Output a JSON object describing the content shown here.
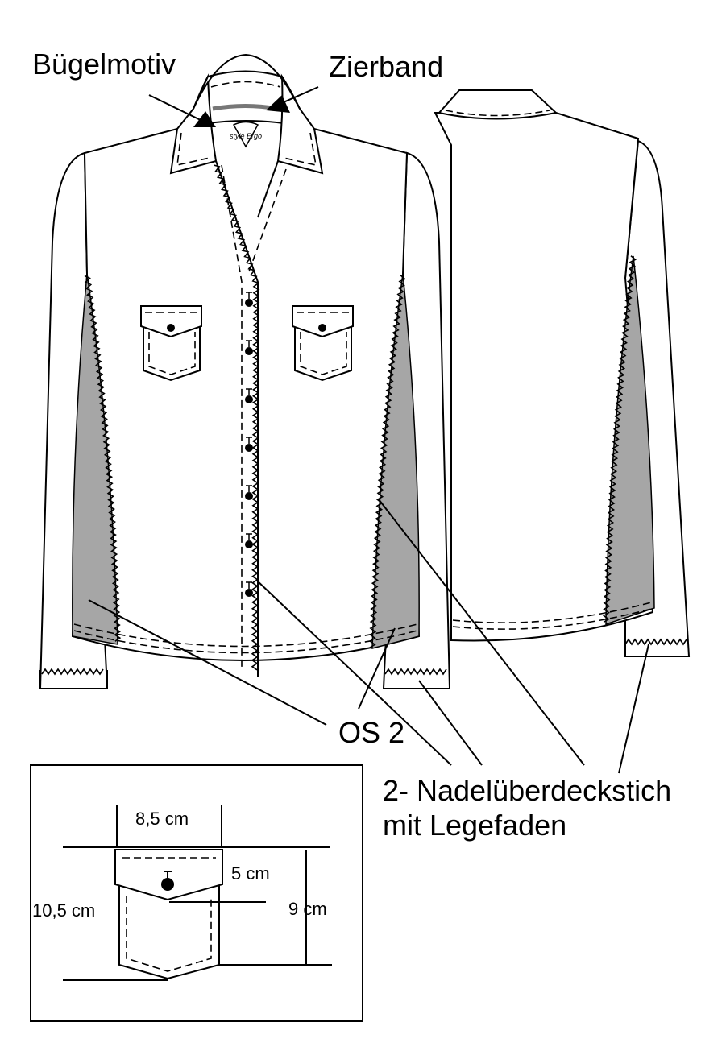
{
  "labels": {
    "buegelmotiv": "Bügelmotiv",
    "zierband": "Zierband",
    "os2": "OS 2",
    "naht_line1": "2- Nadelüberdeckstich",
    "naht_line2": "mit Legefaden",
    "logo": "style Ergo"
  },
  "pocket_detail": {
    "width": "8,5 cm",
    "flap": "5 cm",
    "height_total": "10,5 cm",
    "height_body": "9 cm"
  },
  "colors": {
    "side_panel": "#a6a6a6",
    "line": "#000000",
    "background": "#ffffff"
  }
}
